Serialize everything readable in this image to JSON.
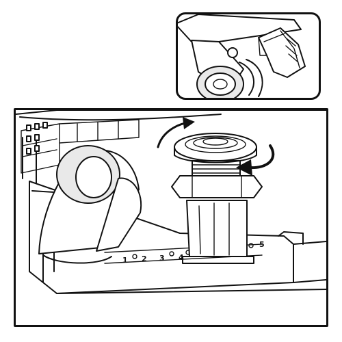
{
  "illustration": {
    "inset_detail": "caster-with-brake-lever",
    "main_view": "furniture-base-with-caster-and-adjustable-foot"
  },
  "scale_markings": [
    "1",
    "2",
    "3",
    "4",
    "5"
  ],
  "icons": {
    "rotate_counterclockwise": "curved-arrow-left-icon",
    "rotate_clockwise": "curved-arrow-right-icon"
  }
}
